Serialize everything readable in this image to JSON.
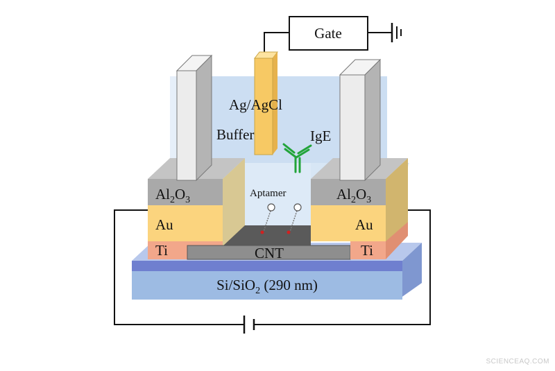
{
  "labels": {
    "gate": "Gate",
    "ag_agcl": "Ag/AgCl",
    "buffer": "Buffer",
    "ige": "IgE",
    "aptamer": "Aptamer",
    "al2o3_left": {
      "base": "Al",
      "sub1": "2",
      "mid": "O",
      "sub2": "3"
    },
    "al2o3_right": {
      "base": "Al",
      "sub1": "2",
      "mid": "O",
      "sub2": "3"
    },
    "au_left": "Au",
    "au_right": "Au",
    "ti_left": "Ti",
    "ti_right": "Ti",
    "cnt": "CNT",
    "substrate": {
      "pre": "Si/SiO",
      "sub": "2",
      "post": " (290 nm)"
    }
  },
  "watermark": "SCIENCEAQ.COM",
  "colors": {
    "substrate": "#9ab8e2",
    "substrate_top": "#7c8ed4",
    "buffer": "#cfe0f3",
    "gold": "#fbd47e",
    "al2o3": "#a9a9a9",
    "titanium": "#f2a78a",
    "cnt": "#4a4a4a",
    "electrode": "#ececec",
    "ref_electrode": "#f7c964",
    "antibody": "#22a43a",
    "aptamer_tip": "#d32020"
  }
}
